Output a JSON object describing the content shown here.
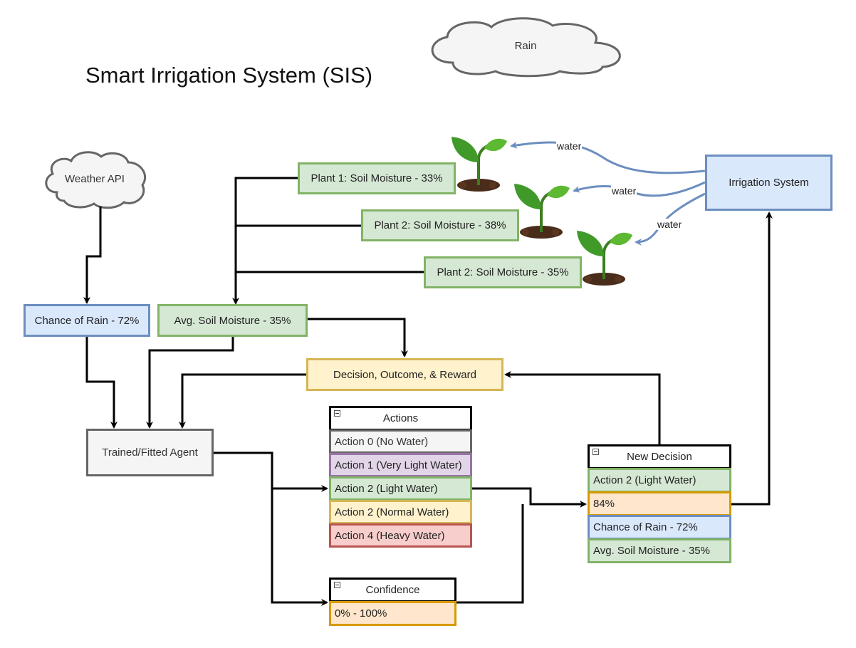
{
  "title": "Smart Irrigation System (SIS)",
  "clouds": {
    "rain": "Rain",
    "weather_api": "Weather API"
  },
  "plants": {
    "p1": "Plant 1: Soil Moisture - 33%",
    "p2": "Plant 2: Soil Moisture - 38%",
    "p3": "Plant 2: Soil Moisture - 35%"
  },
  "irrigation_system": "Irrigation System",
  "water_labels": [
    "water",
    "water",
    "water"
  ],
  "chance_of_rain": "Chance of Rain - 72%",
  "avg_soil_moisture": "Avg. Soil Moisture - 35%",
  "decision_outcome_reward": "Decision, Outcome, & Reward",
  "agent": "Trained/Fitted Agent",
  "actions": {
    "header": "Actions",
    "items": [
      "Action 0 (No Water)",
      "Action 1 (Very Light Water)",
      "Action 2 (Light Water)",
      "Action 2 (Normal Water)",
      "Action 4 (Heavy Water)"
    ]
  },
  "confidence": {
    "header": "Confidence",
    "value": "0% - 100%"
  },
  "new_decision": {
    "header": "New Decision",
    "items": [
      "Action 2 (Light Water)",
      "84%",
      "Chance of Rain - 72%",
      "Avg. Soil Moisture - 35%"
    ]
  },
  "colors": {
    "green_fill": "#d5e8d4",
    "green_stroke": "#82b366",
    "blue_fill": "#dae8fc",
    "blue_stroke": "#6c8ebf",
    "yellow_fill": "#fff2cc",
    "yellow_stroke": "#d6b656",
    "orange_fill": "#ffe6cc",
    "orange_stroke": "#d79b00",
    "water_arrow": "#6c8ebf"
  },
  "icons": [
    "cloud-icon",
    "seedling-icon"
  ]
}
